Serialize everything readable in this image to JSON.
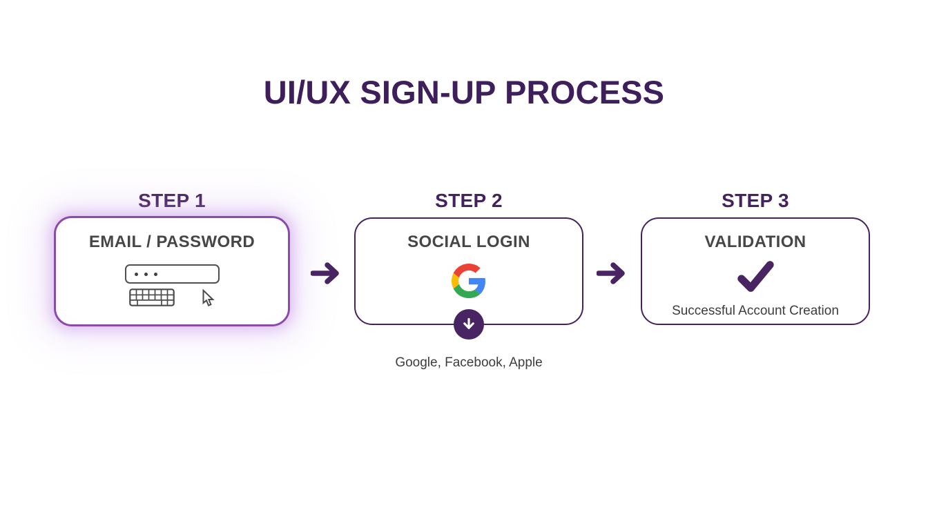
{
  "page": {
    "title": "UI/UX SIGN-UP PROCESS"
  },
  "steps": [
    {
      "label": "STEP 1",
      "heading": "EMAIL / PASSWORD",
      "icons": [
        "password-field-icon",
        "keyboard-icon",
        "cursor-icon"
      ],
      "highlighted": true
    },
    {
      "label": "STEP 2",
      "heading": "SOCIAL LOGIN",
      "icons": [
        "google-logo-icon",
        "down-arrow-badge-icon"
      ],
      "caption": "Google, Facebook, Apple"
    },
    {
      "label": "STEP 3",
      "heading": "VALIDATION",
      "icons": [
        "checkmark-icon"
      ],
      "caption": "Successful Account Creation"
    }
  ],
  "connectors": [
    {
      "from": "STEP 1",
      "to": "STEP 2",
      "icon": "right-arrow-icon"
    },
    {
      "from": "STEP 2",
      "to": "STEP 3",
      "icon": "right-arrow-icon"
    }
  ],
  "colors": {
    "title_purple": "#3E1E5B",
    "step_label_purple": "#45215F",
    "accent_purple": "#482463",
    "highlight_border": "#8A4BAB",
    "highlight_glow": "#D9BCEF",
    "card_border": "#45215F",
    "heading_gray": "#464646",
    "caption_gray": "#3D3D3D",
    "icon_gray": "#4A4A4A",
    "google_red": "#EA4335",
    "google_blue": "#4285F4",
    "google_yellow": "#FBBC05",
    "google_green": "#34A853"
  }
}
